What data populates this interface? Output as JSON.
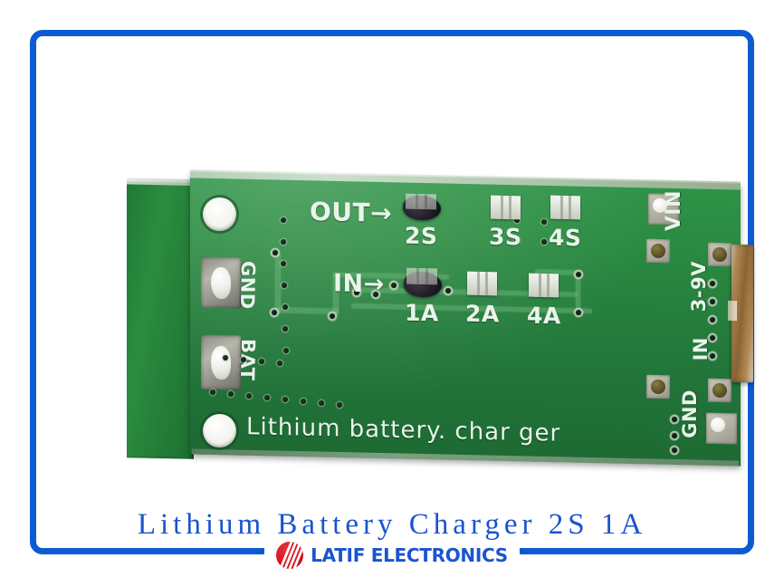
{
  "card": {
    "border_color": "#0b5bd3"
  },
  "product": {
    "title": "Lithium Battery Charger 2S 1A"
  },
  "brand": {
    "name": "LATIF ELECTRONICS",
    "logo_icon": "latif-swirl-logo-icon",
    "logo_color": "#d4101b",
    "text_color": "#1a54cf"
  },
  "pcb": {
    "board_color": "#2a8b41",
    "silk_color": "#eaf4ea",
    "left_pads": [
      {
        "label": "GND"
      },
      {
        "label": "BAT"
      }
    ],
    "flow_markers": [
      {
        "label": "OUT→"
      },
      {
        "label": "IN→"
      }
    ],
    "cell_count_jumpers": [
      {
        "label": "2S",
        "selected": true
      },
      {
        "label": "3S",
        "selected": false
      },
      {
        "label": "4S",
        "selected": false
      }
    ],
    "current_jumpers": [
      {
        "label": "1A",
        "selected": true
      },
      {
        "label": "2A",
        "selected": false
      },
      {
        "label": "4A",
        "selected": false
      }
    ],
    "right_silk": [
      {
        "label": "VIN"
      },
      {
        "label": "3-9V"
      },
      {
        "label": "IN"
      },
      {
        "label": "GND"
      }
    ],
    "bottom_silk": "Lithium  battery.  char ger"
  }
}
